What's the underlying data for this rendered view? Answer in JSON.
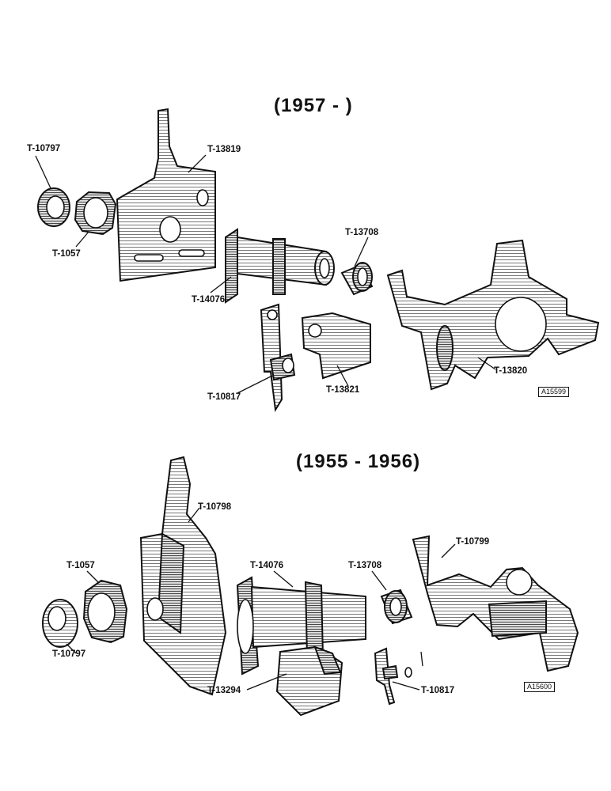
{
  "section_top": {
    "title": "(1957 - )",
    "labels": {
      "t10797": "T-10797",
      "t13819": "T-13819",
      "t1057": "T-1057",
      "t13708": "T-13708",
      "t14076": "T-14076",
      "t10817": "T-10817",
      "t13821": "T-13821",
      "t13820": "T-13820"
    },
    "ref": "A15599"
  },
  "section_bottom": {
    "title": "(1955 - 1956)",
    "labels": {
      "t10798": "T-10798",
      "t10799": "T-10799",
      "t1057": "T-1057",
      "t14076": "T-14076",
      "t13708": "T-13708",
      "t10797": "T-10797",
      "t13294": "T-13294",
      "t10817": "T-10817"
    },
    "ref": "A15600"
  }
}
